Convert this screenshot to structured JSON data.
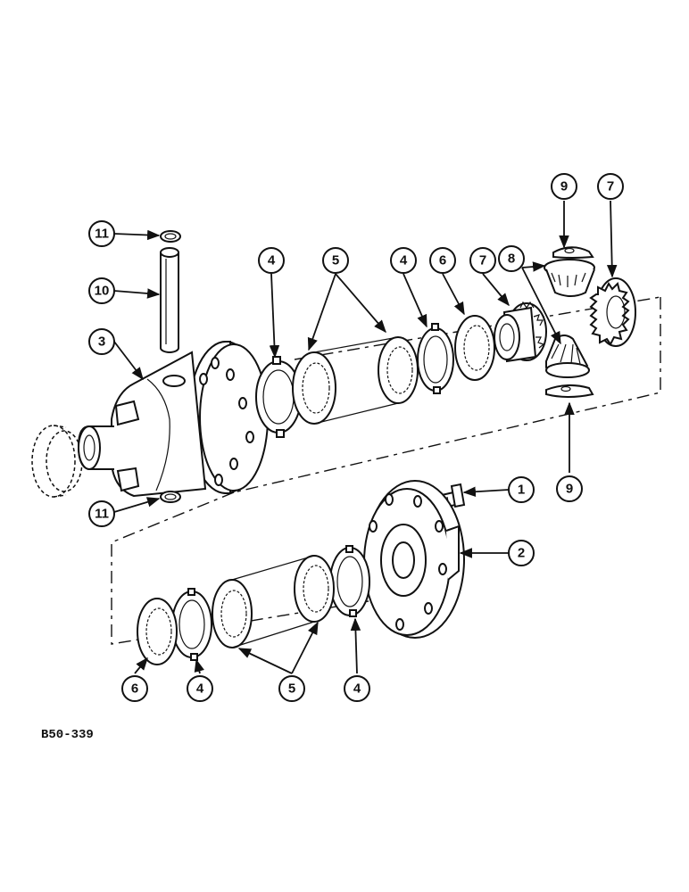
{
  "figure_ref": "B50-339",
  "callouts": [
    {
      "label": "1"
    },
    {
      "label": "2"
    },
    {
      "label": "3"
    },
    {
      "label": "4"
    },
    {
      "label": "4"
    },
    {
      "label": "4"
    },
    {
      "label": "4"
    },
    {
      "label": "5"
    },
    {
      "label": "5"
    },
    {
      "label": "6"
    },
    {
      "label": "6"
    },
    {
      "label": "7"
    },
    {
      "label": "7"
    },
    {
      "label": "8"
    },
    {
      "label": "9"
    },
    {
      "label": "9"
    },
    {
      "label": "10"
    },
    {
      "label": "11"
    },
    {
      "label": "11"
    }
  ]
}
